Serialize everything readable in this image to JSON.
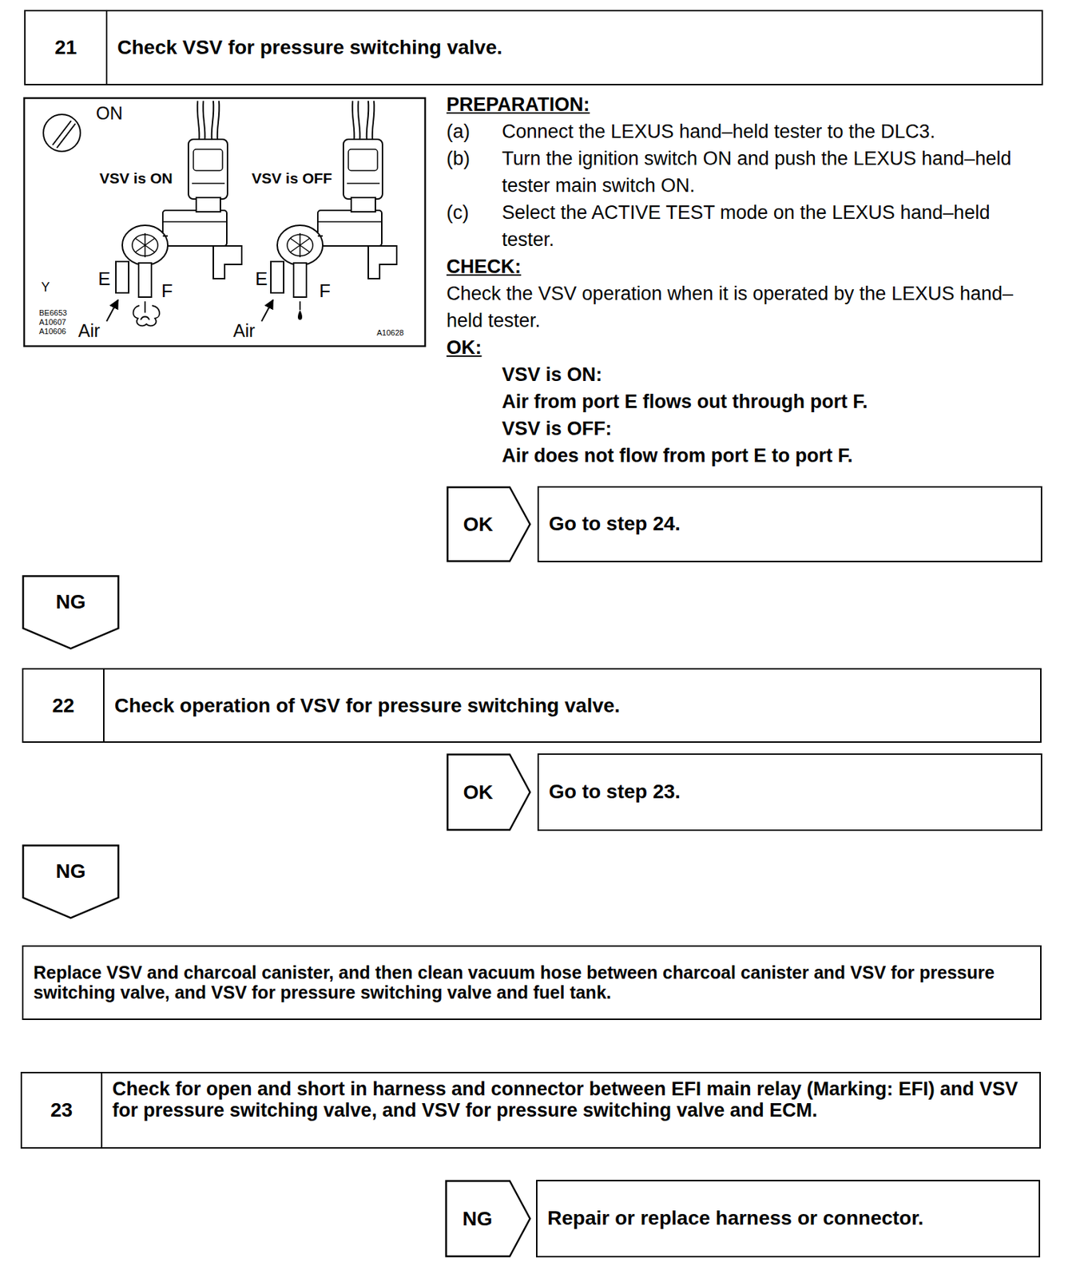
{
  "diagram": {
    "nodes": [
      {
        "text": [
          "21",
          "Check VSV for pressure switching valve."
        ]
      },
      {
        "text": [
          "OK"
        ]
      },
      {
        "text": [
          "Go to step 24."
        ]
      },
      {
        "text": [
          "NG"
        ]
      },
      {
        "text": [
          "22",
          "Check operation of VSV for pressure switching valve."
        ]
      },
      {
        "text": [
          "OK"
        ]
      },
      {
        "text": [
          "Go to step 23."
        ]
      },
      {
        "text": [
          "NG"
        ]
      },
      {
        "text": [
          "Replace VSV and charcoal canister, and then clean vacuum hose between charcoal canister and VSV for pressure switching valve, and VSV for pressure switching valve and fuel tank."
        ]
      },
      {
        "text": [
          "23",
          "Check for open and short in harness and connector between EFI main relay (Marking: EFI) and VSV for pressure switching valve, and VSV for pressure switching valve and ECM."
        ]
      },
      {
        "text": [
          "NG"
        ]
      },
      {
        "text": [
          "Repair or replace harness or connector."
        ]
      }
    ],
    "labels": [
      "ON",
      "VSV is ON",
      "VSV is OFF",
      "E",
      "F",
      "E",
      "F",
      "Y",
      "BE6653",
      "A10607",
      "A10606",
      "Air",
      "Air",
      "A10628",
      "PREPARATION:",
      "(a)",
      "Connect the LEXUS hand–held tester to the DLC3.",
      "(b)",
      "Turn the ignition switch ON and push the LEXUS hand–held tester main switch ON.",
      "(c)",
      "Select the ACTIVE TEST mode on the LEXUS hand–held tester.",
      "CHECK:",
      "Check the VSV operation when it is operated by the LEXUS hand–held tester.",
      "OK:",
      "VSV is ON:",
      "Air from port E flows out through port F.",
      "VSV is OFF:",
      "Air does not flow from port E to port F."
    ]
  }
}
